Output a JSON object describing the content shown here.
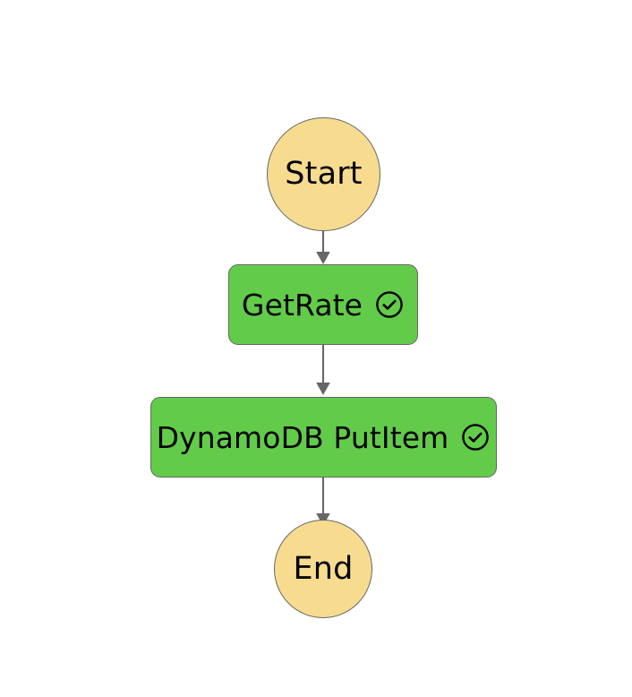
{
  "diagram": {
    "type": "flowchart",
    "orientation": "top-to-bottom",
    "background_color": "#ffffff",
    "colors": {
      "terminator_fill": "#f7dc90",
      "process_fill": "#62cc4a",
      "node_stroke": "#666666",
      "edge_stroke": "#666666",
      "label_color": "#000000"
    },
    "nodes": [
      {
        "id": "start",
        "label": "Start",
        "shape": "circle",
        "fill": "#f7dc90",
        "has_status_icon": false,
        "icon": null
      },
      {
        "id": "getrate",
        "label": "GetRate",
        "shape": "rounded-rect",
        "fill": "#62cc4a",
        "has_status_icon": true,
        "icon": "check-circle-icon"
      },
      {
        "id": "dynamodb_putitem",
        "label": "DynamoDB PutItem",
        "shape": "rounded-rect",
        "fill": "#62cc4a",
        "has_status_icon": true,
        "icon": "check-circle-icon"
      },
      {
        "id": "end",
        "label": "End",
        "shape": "circle",
        "fill": "#f7dc90",
        "has_status_icon": false,
        "icon": null
      }
    ],
    "edges": [
      {
        "id": "e1",
        "from": "start",
        "to": "getrate",
        "label": "",
        "arrowhead": "filled-triangle"
      },
      {
        "id": "e2",
        "from": "getrate",
        "to": "dynamodb_putitem",
        "label": "",
        "arrowhead": "filled-triangle"
      },
      {
        "id": "e3",
        "from": "dynamodb_putitem",
        "to": "end",
        "label": "",
        "arrowhead": "filled-triangle"
      }
    ]
  }
}
